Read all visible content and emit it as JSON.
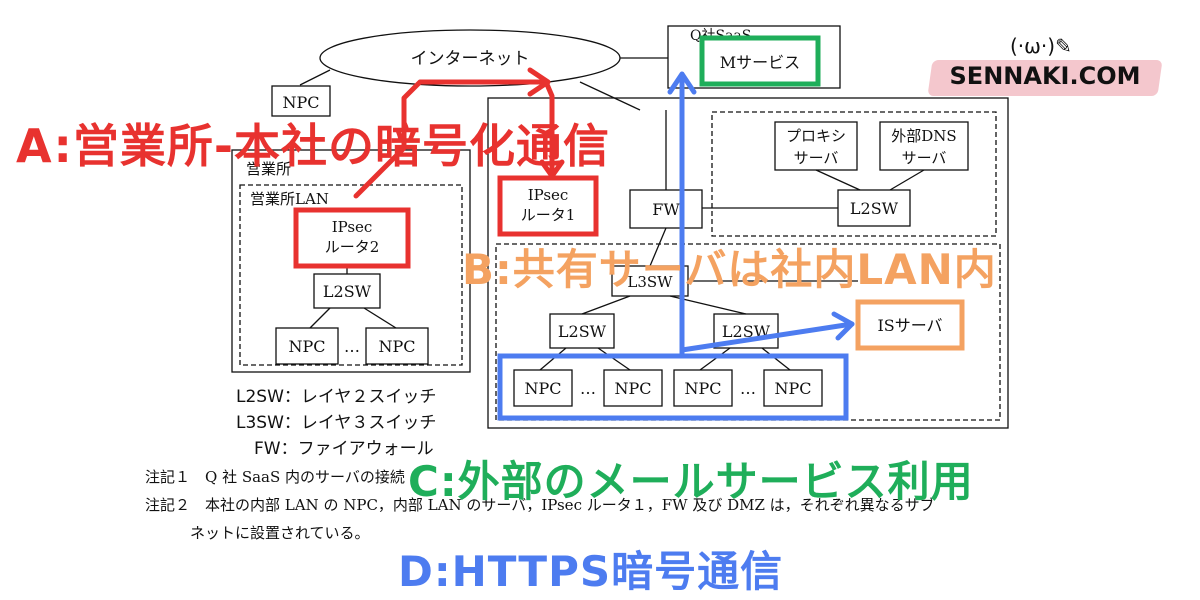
{
  "diagram": {
    "internet": "インターネット",
    "saas": {
      "label": "Q社SaaS",
      "service": "Mサービス"
    },
    "npc": "NPC",
    "ellipsis": "…",
    "branch": {
      "label": "営業所",
      "lan": "営業所LAN",
      "router": "IPsec\nルータ2",
      "l2sw": "L2SW"
    },
    "hq": {
      "router": "IPsec\nルータ1",
      "fw": "FW",
      "proxy": "プロキシ\nサーバ",
      "dns": "外部DNS\nサーバ",
      "dmz_l2sw": "L2SW",
      "l3sw": "L3SW",
      "l2sw_left": "L2SW",
      "l2sw_right": "L2SW",
      "is_server": "ISサーバ"
    }
  },
  "legend": [
    "L2SW：レイヤ２スイッチ",
    "L3SW：レイヤ３スイッチ",
    "FW：ファイアウォール"
  ],
  "notes": [
    "注記１　Q 社 SaaS 内のサーバの接続",
    "注記２　本社の内部 LAN の NPC，内部 LAN のサーバ，IPsec ルータ１，FW 及び DMZ は，それぞれ異なるサブ",
    "ネットに設置されている。"
  ],
  "overlay": {
    "a": "A:営業所-本社の暗号化通信",
    "b": "B:共有サーバは社内LAN内",
    "c": "C:外部のメールサービス利用",
    "d": "D:HTTPS暗号通信"
  },
  "brand": {
    "name": "SENNAKI.COM",
    "face": "(·ω·)✎"
  },
  "colors": {
    "red": "#e8322f",
    "orange": "#f4a261",
    "green": "#1fae5a",
    "blue": "#4d7cf0"
  }
}
